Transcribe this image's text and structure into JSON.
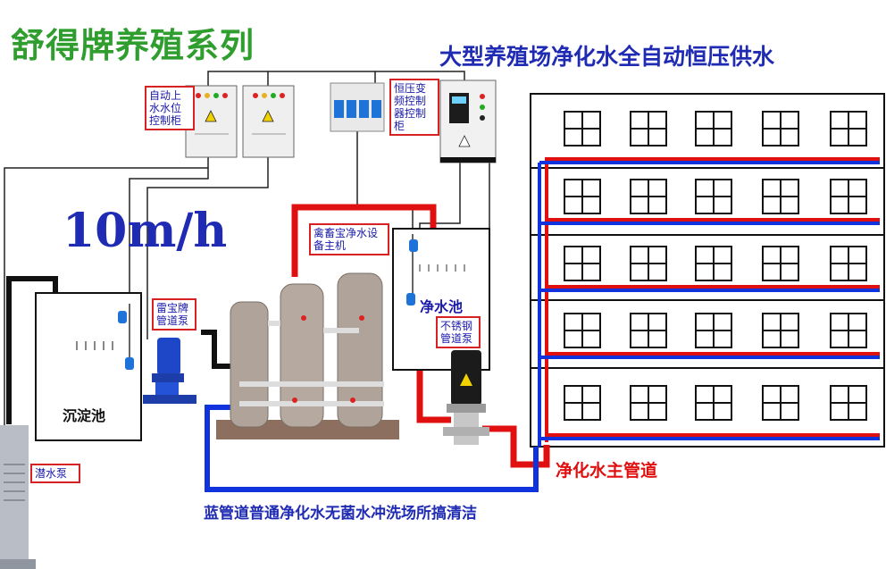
{
  "header": {
    "brand": "舒得牌养殖系列",
    "title": "大型养殖场净化水全自动恒压供水",
    "flow_rate": "10m/h"
  },
  "labels": {
    "auto_cabinet": "自动上水水位控制柜",
    "vfd_cabinet": "恒压变频控制器控制柜",
    "purifier_host": "禽畜宝净水设备主机",
    "clean_pool": "净水池",
    "steel_pump": "不锈钢管道泵",
    "lei_pump": "雷宝牌管道泵",
    "sediment_pool": "沉淀池",
    "submersible_pump": "潜水泵",
    "main_pipe": "净化水主管道",
    "blue_pipe": "蓝管道普通净化水无菌水冲洗场所搞清洁"
  },
  "colors": {
    "brand_green": "#2f9e2f",
    "title_blue": "#1f2bb3",
    "pipe_red": "#e01010",
    "pipe_blue": "#1133dd",
    "frame_dark": "#222222",
    "tank_metal": "#b0a49a"
  }
}
